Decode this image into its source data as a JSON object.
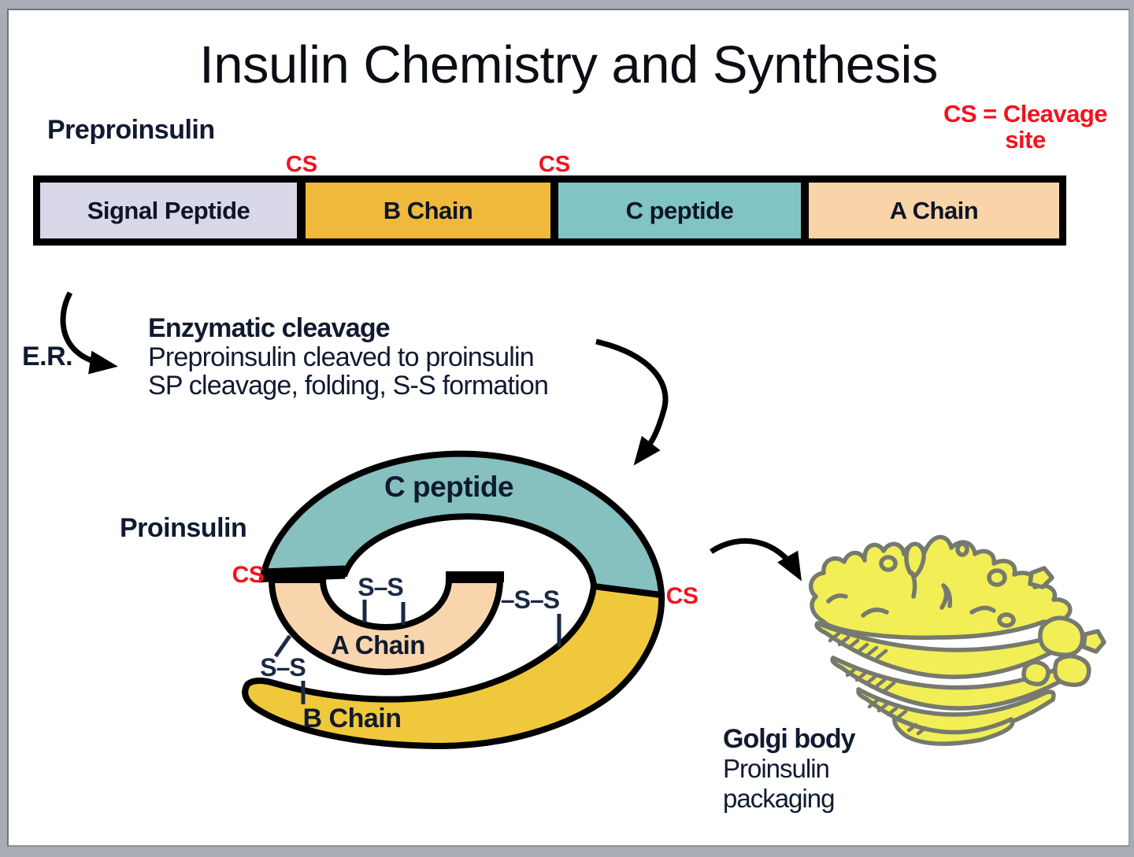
{
  "title": "Insulin Chemistry and Synthesis",
  "legend": {
    "cs_line1": "CS = Cleavage",
    "cs_line2": "site"
  },
  "preproinsulin": {
    "label": "Preproinsulin",
    "segments": [
      {
        "label": "Signal Peptide"
      },
      {
        "label": "B Chain"
      },
      {
        "label": "C peptide"
      },
      {
        "label": "A Chain"
      }
    ],
    "cleavage_marks": [
      "CS",
      "CS"
    ]
  },
  "er": {
    "label": "E.R."
  },
  "process": {
    "heading": "Enzymatic cleavage",
    "line1": "Preproinsulin cleaved to proinsulin",
    "line2": "SP cleavage, folding, S-S formation"
  },
  "proinsulin": {
    "label": "Proinsulin",
    "c_peptide_label": "C peptide",
    "a_chain_label": "A Chain",
    "b_chain_label": "B Chain",
    "cs_left": "CS",
    "cs_right": "CS",
    "bond_top": "S–S",
    "bond_right": "–S–S",
    "bond_left": "S–S"
  },
  "golgi": {
    "heading": "Golgi body",
    "line1": "Proinsulin",
    "line2": "packaging"
  },
  "colors": {
    "signal_peptide": "#d8d8e8",
    "b_chain_bar": "#f0b93c",
    "c_peptide_bar": "#80c4c4",
    "a_chain_bar": "#f9d4a9",
    "spiral_teal": "#86c0bf",
    "spiral_yellow": "#f0c83c",
    "spiral_peach": "#f8d5ac",
    "golgi_yellow": "#f2ee55",
    "golgi_outline": "#767a6e",
    "red": "#f5111d",
    "text_dark": "#101a30"
  }
}
